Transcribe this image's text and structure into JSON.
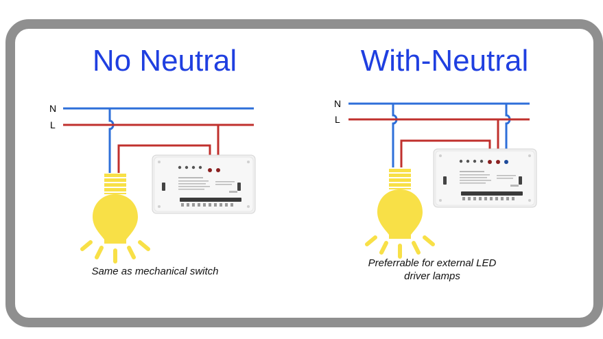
{
  "colors": {
    "neutral_wire": "#2e6fd9",
    "live_wire": "#c0302d",
    "title": "#1f3fe0",
    "frame": "#8f8f8f",
    "bulb": "#f8e047"
  },
  "panels": [
    {
      "title": "No Neutral",
      "neutral_label": "N",
      "live_label": "L",
      "caption_lines": [
        "Same as mechanical switch"
      ]
    },
    {
      "title": "With-Neutral",
      "neutral_label": "N",
      "live_label": "L",
      "caption_lines": [
        "Preferrable for external LED",
        "driver lamps"
      ]
    }
  ],
  "icons": [
    "light-bulb-icon",
    "smart-switch-module-icon"
  ]
}
